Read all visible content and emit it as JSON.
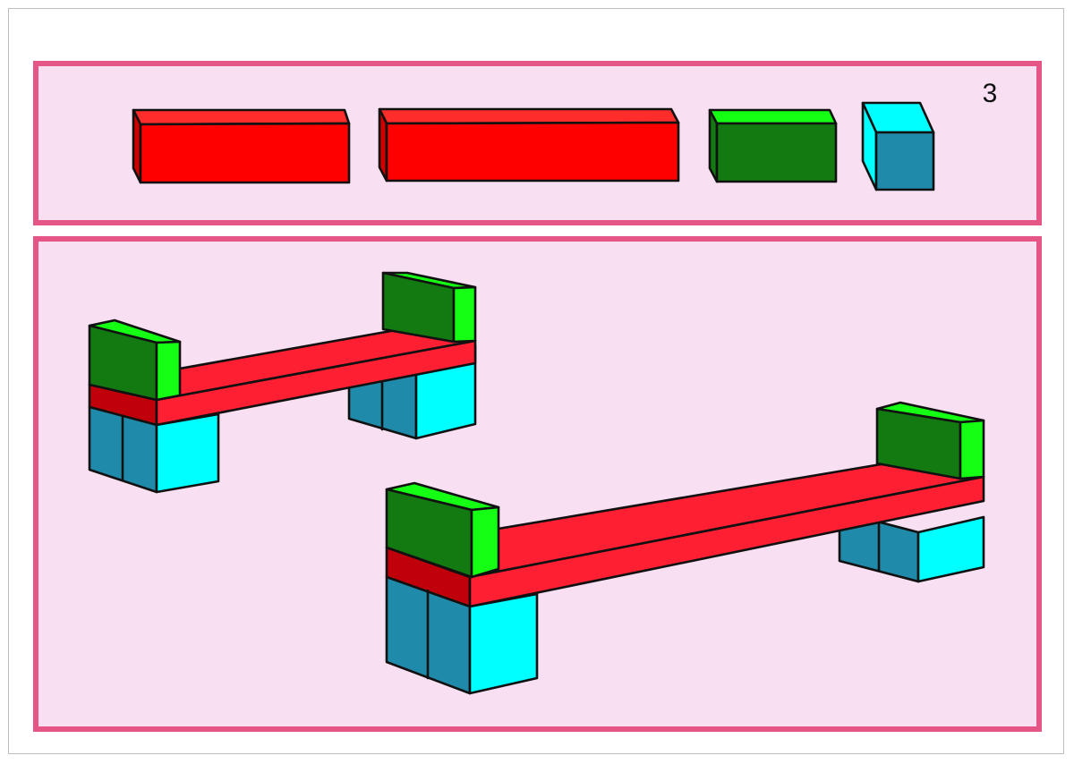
{
  "card": {
    "number": "3"
  },
  "colors": {
    "panel_border": "#e55586",
    "panel_fill": "#f8dff1",
    "red_front": "#ff0000",
    "red_top": "#ff2c2c",
    "red_side": "#d10000",
    "bench_top": "#ff1f33",
    "bench_side": "#c0000a",
    "green_front": "#137a12",
    "green_top": "#15ff15",
    "blue_front": "#1f8aa9",
    "blue_side": "#00ffff",
    "outline": "#111111"
  },
  "pieces": [
    {
      "name": "red-long-plank",
      "color": "red"
    },
    {
      "name": "red-longer-plank",
      "color": "red"
    },
    {
      "name": "green-block",
      "color": "green"
    },
    {
      "name": "blue-cube",
      "color": "blue"
    }
  ],
  "models": [
    {
      "name": "short-bench"
    },
    {
      "name": "long-bench"
    }
  ]
}
